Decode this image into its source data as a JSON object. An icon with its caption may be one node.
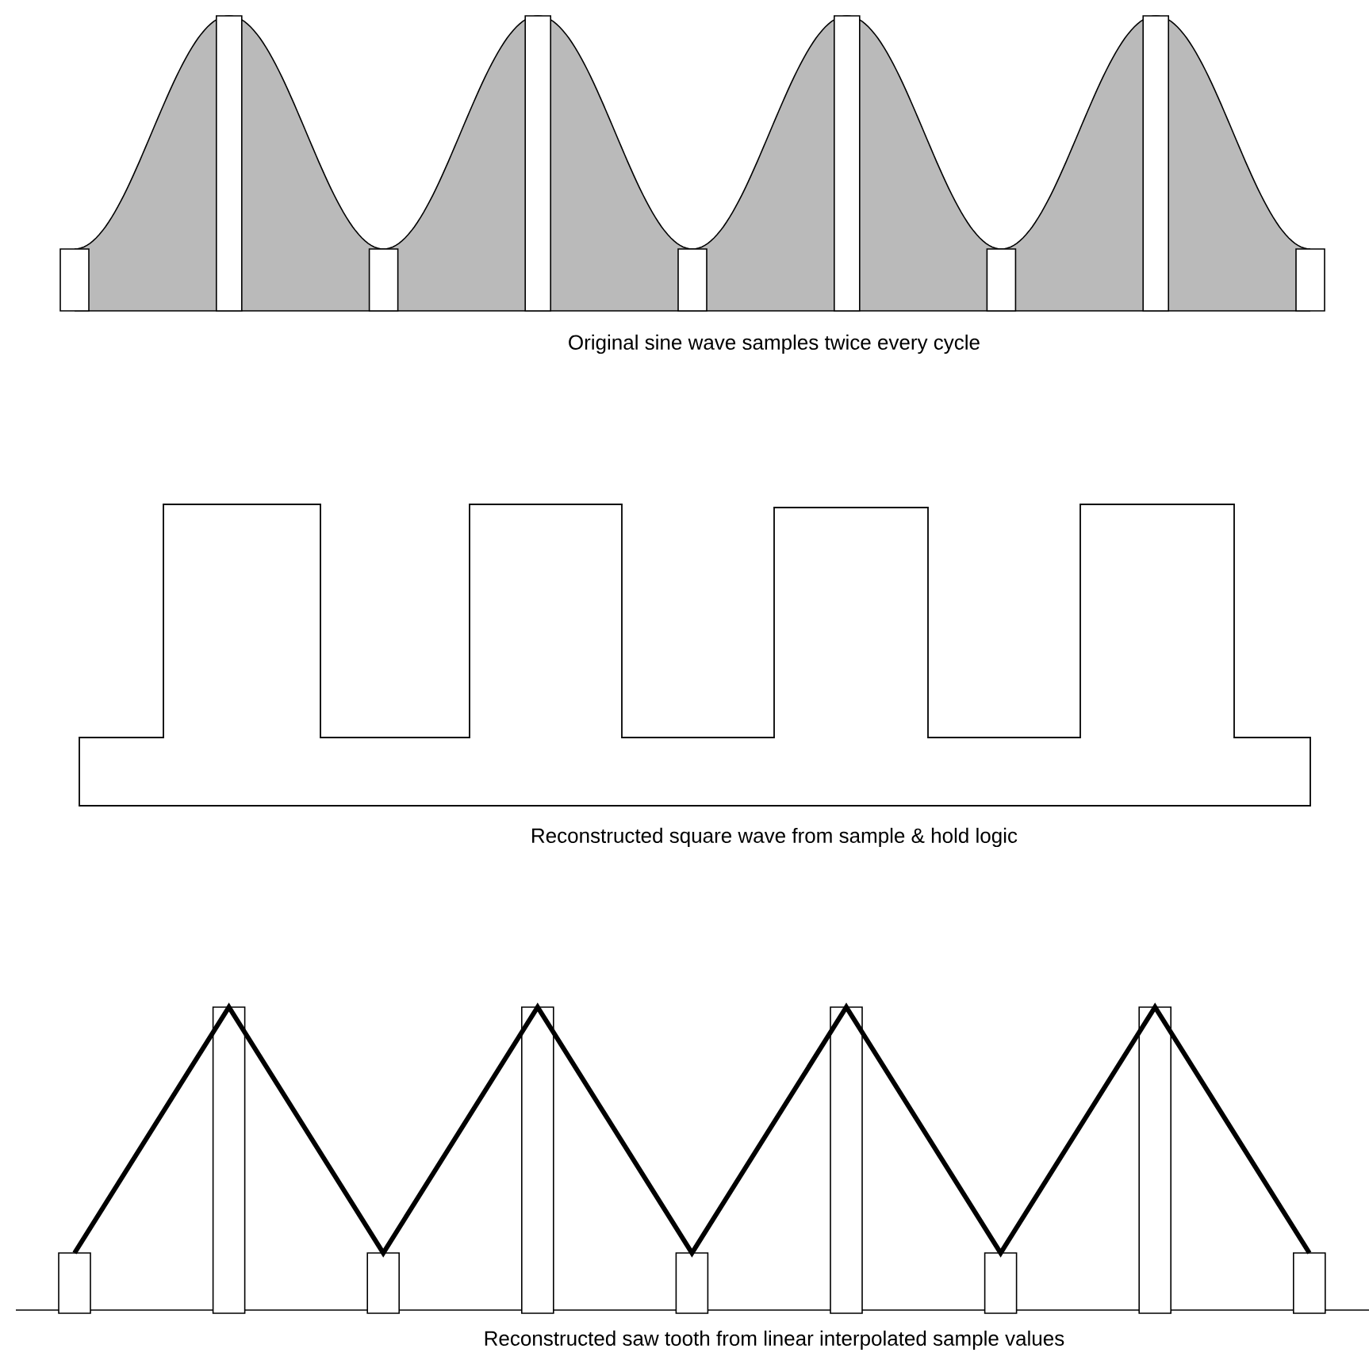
{
  "diagram": {
    "labels": [
      "Original sine wave samples twice every cycle",
      "Reconstructed square wave from sample & hold logic",
      "Reconstructed saw tooth from linear interpolated sample values"
    ]
  }
}
